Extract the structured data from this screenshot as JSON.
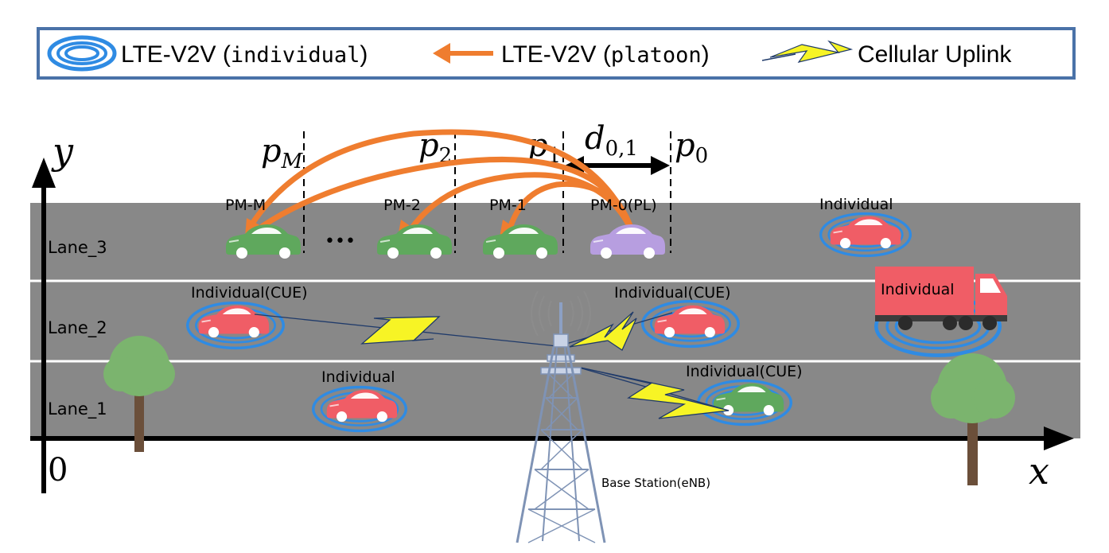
{
  "legend": {
    "individual_prefix": "LTE-V2V (",
    "individual_mono": "individual",
    "individual_suffix": ")",
    "platoon_prefix": "LTE-V2V (",
    "platoon_mono": "platoon",
    "platoon_suffix": ")",
    "cellular": "Cellular Uplink"
  },
  "axes": {
    "y": "y",
    "x": "x",
    "origin": "0"
  },
  "lanes": [
    "Lane_3",
    "Lane_2",
    "Lane_1"
  ],
  "platoon": {
    "positions": [
      {
        "base": "p",
        "sub": "M"
      },
      {
        "base": "p",
        "sub": "2"
      },
      {
        "base": "p",
        "sub": "1"
      },
      {
        "base": "p",
        "sub": "0"
      }
    ],
    "distance": {
      "base": "d",
      "sub": "0,1"
    },
    "members": [
      "PM-M",
      "PM-2",
      "PM-1",
      "PM-0(PL)"
    ],
    "ellipsis": "•••"
  },
  "vehicles": {
    "lane3_individual": "Individual",
    "lane2_left": "Individual(CUE)",
    "lane2_mid": "Individual(CUE)",
    "truck": "Individual",
    "lane1_left": "Individual",
    "lane1_right": "Individual(CUE)"
  },
  "base_station": "Base Station(eNB)",
  "colors": {
    "road": "#888888",
    "lane_line": "#ffffff",
    "legend_border": "#4a72a8",
    "v2v_ring": "#2f8be3",
    "platoon_arrow": "#ef7d2f",
    "uplink": "#f7f425",
    "car_red": "#f05d66",
    "car_green": "#5fa85d",
    "car_purple": "#b79ee0",
    "tree_green": "#7bb46e",
    "trunk": "#6b4f3a"
  }
}
